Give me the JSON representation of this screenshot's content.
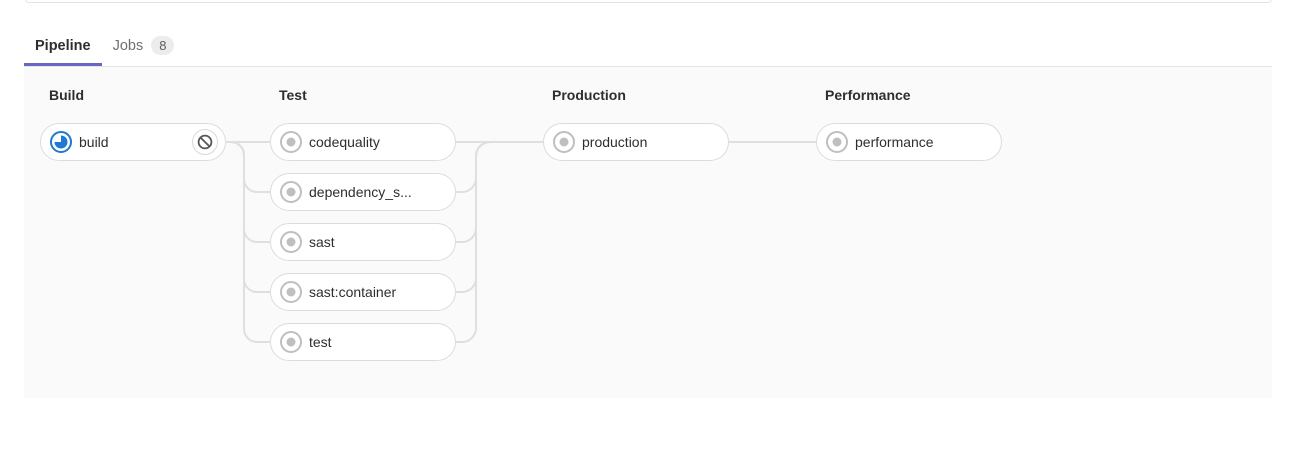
{
  "tabs": [
    {
      "label": "Pipeline",
      "active": true
    },
    {
      "label": "Jobs",
      "badge": "8",
      "active": false
    }
  ],
  "pipeline": {
    "stages": [
      {
        "title": "Build",
        "jobs": [
          {
            "name": "build",
            "status": "running",
            "action": "cancel"
          }
        ]
      },
      {
        "title": "Test",
        "jobs": [
          {
            "name": "codequality",
            "status": "created"
          },
          {
            "name": "dependency_s...",
            "status": "created"
          },
          {
            "name": "sast",
            "status": "created"
          },
          {
            "name": "sast:container",
            "status": "created"
          },
          {
            "name": "test",
            "status": "created"
          }
        ]
      },
      {
        "title": "Production",
        "jobs": [
          {
            "name": "production",
            "status": "created"
          }
        ]
      },
      {
        "title": "Performance",
        "jobs": [
          {
            "name": "performance",
            "status": "created"
          }
        ]
      }
    ]
  },
  "colors": {
    "accent": "#6666c4",
    "running": "#1f78d1",
    "created": "#bfbfbf",
    "connector": "#dfdfdf"
  }
}
